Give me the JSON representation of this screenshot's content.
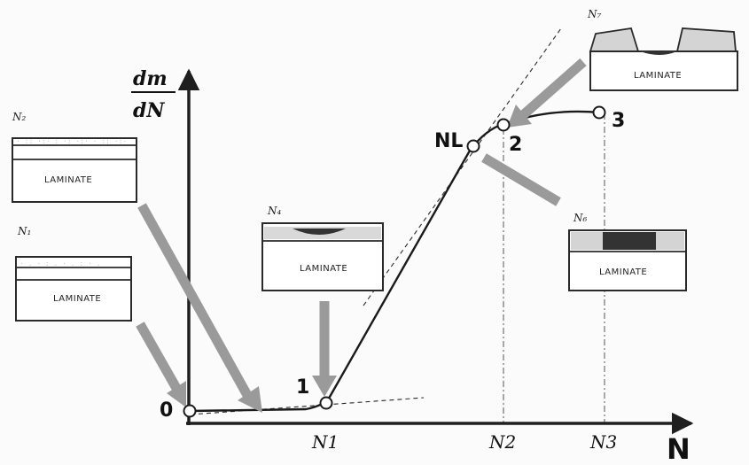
{
  "axes": {
    "y_label_top": "dm",
    "y_label_bottom": "dN",
    "x_label": "N",
    "x_ticks": [
      "N1",
      "N2",
      "N3"
    ]
  },
  "points": {
    "p0": "0",
    "p1": "1",
    "pNL": "NL",
    "p2": "2",
    "p3": "3"
  },
  "specimens": [
    {
      "id": "N2",
      "label": "LAMINATE",
      "tag": "N₂"
    },
    {
      "id": "N1",
      "label": "LAMINATE",
      "tag": "N₁"
    },
    {
      "id": "N4",
      "label": "LAMINATE",
      "tag": "N₄"
    },
    {
      "id": "N7",
      "label": "LAMINATE",
      "tag": "N₇"
    },
    {
      "id": "N6",
      "label": "LAMINATE",
      "tag": "N₆"
    }
  ],
  "colors": {
    "arrow": "#9a9a9a",
    "line": "#1a1a1a",
    "damage": "#333333"
  }
}
